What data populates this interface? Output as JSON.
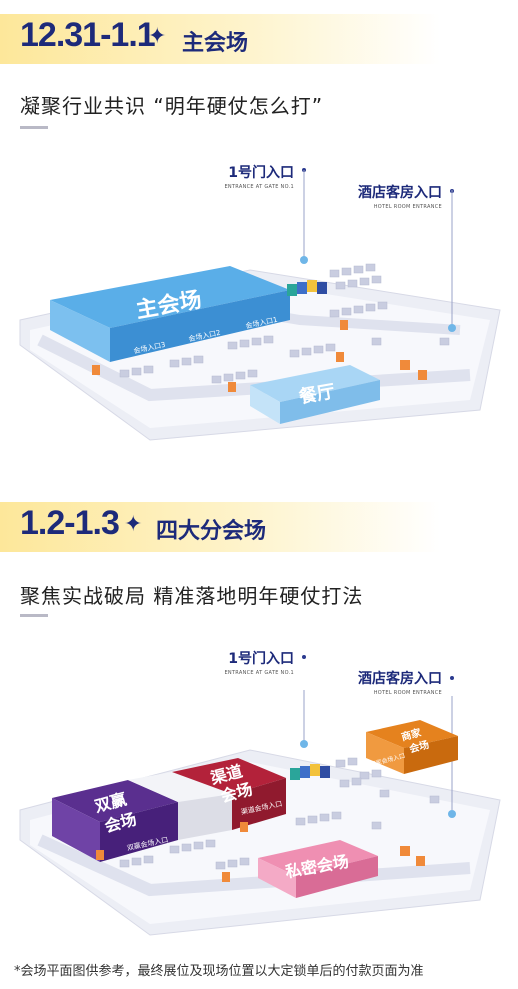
{
  "section1": {
    "date": "12.31-1.1",
    "hall": "主会场",
    "subtitle": "凝聚行业共识 “明年硬仗怎么打”",
    "gate_cn": "1号门入口",
    "gate_en": "ENTRANCE AT GATE NO.1",
    "hotel_cn": "酒店客房入口",
    "hotel_en": "HOTEL ROOM ENTRANCE",
    "main_hall": "主会场",
    "entrance1": "会场入口1",
    "entrance2": "会场入口2",
    "entrance3": "会场入口3",
    "dining": "餐厅"
  },
  "section2": {
    "date": "1.2-1.3",
    "hall": "四大分会场",
    "subtitle": "聚焦实战破局 精准落地明年硬仗打法",
    "gate_cn": "1号门入口",
    "gate_en": "ENTRANCE AT GATE NO.1",
    "hotel_cn": "酒店客房入口",
    "hotel_en": "HOTEL ROOM ENTRANCE",
    "hall_a": "双赢",
    "hall_a2": "会场",
    "hall_a_entrance": "双赢会场入口",
    "hall_b": "渠道",
    "hall_b2": "会场",
    "hall_b_entrance": "渠道会场入口",
    "hall_c": "商家",
    "hall_c2": "会场",
    "hall_c_entrance": "商家会场入口",
    "hall_d": "私密会场"
  },
  "footnote": "*会场平面图供参考，最终展位及现场位置以大定锁单后的付款页面为准",
  "colors": {
    "brand_navy": "#1d2a7a",
    "band_yellow": "#fde79a",
    "main_blue": "#5aaee8",
    "dining_blue": "#a9d6f5",
    "hall_purple": "#5a2f8f",
    "hall_red": "#b3223a",
    "hall_orange": "#e5821e",
    "hall_pink": "#ef8fb2",
    "booth_orange": "#f08a3a"
  },
  "icons": [
    "sparkle-icon",
    "location-pin-icon"
  ]
}
